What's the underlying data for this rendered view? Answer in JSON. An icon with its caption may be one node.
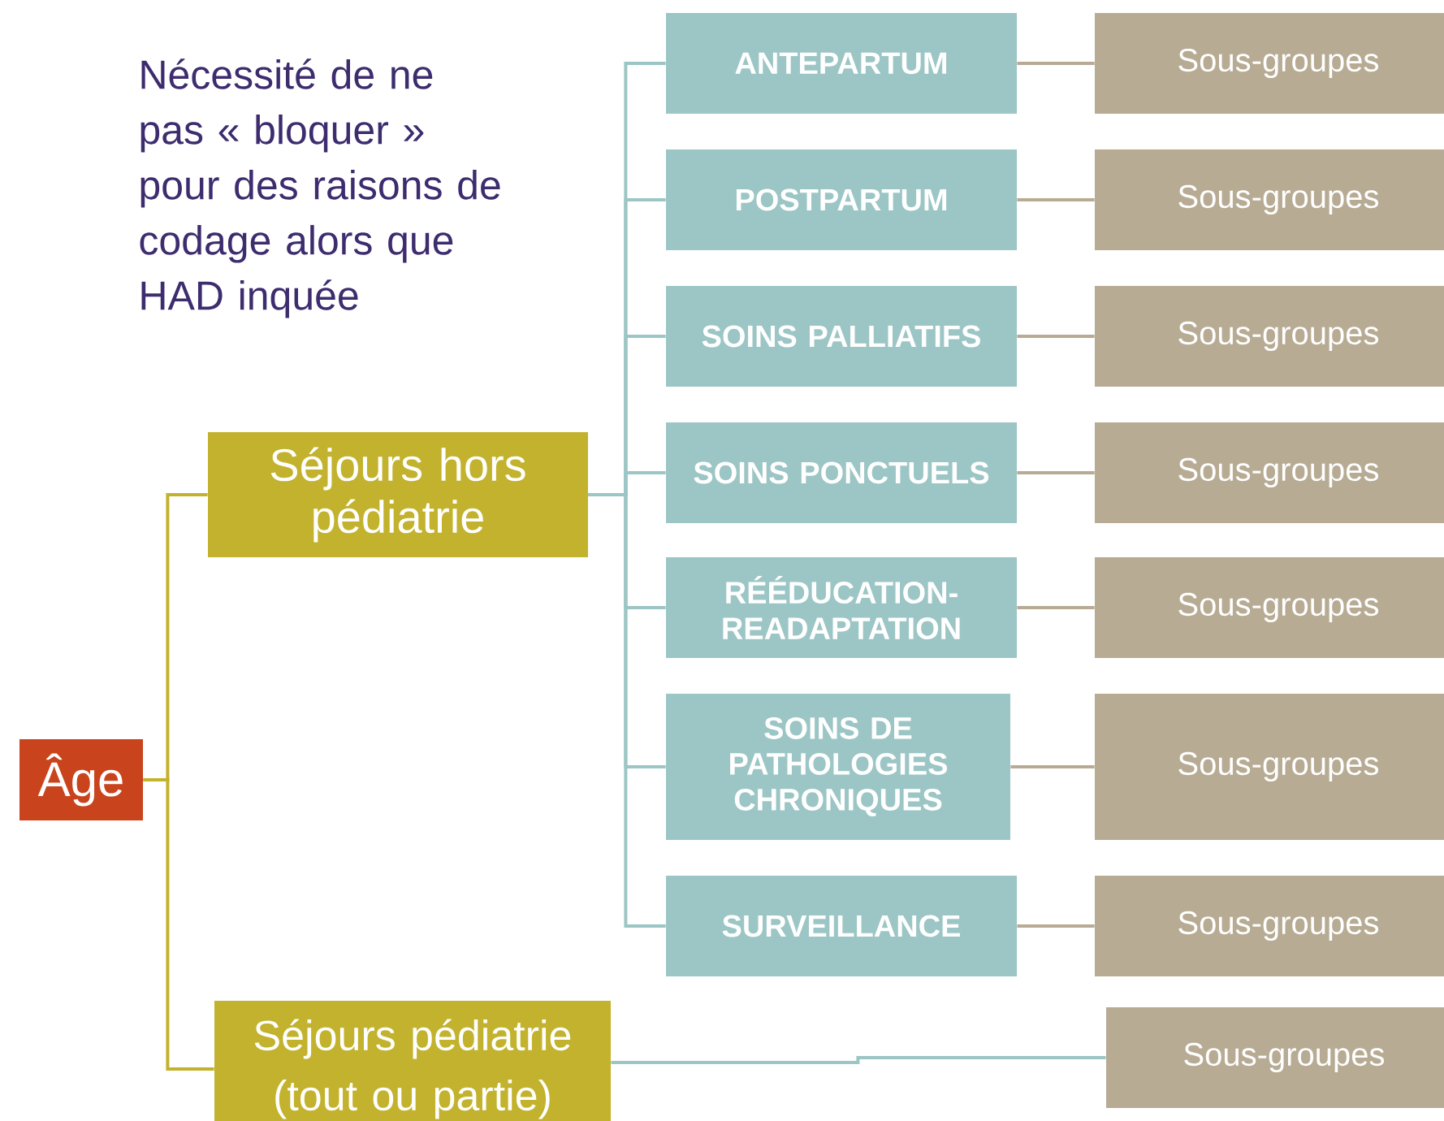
{
  "diagram": {
    "nodes": [
      {
        "text": [
          "Âge"
        ]
      },
      {
        "text": [
          "Séjours hors pédiatrie"
        ]
      },
      {
        "text": [
          "Séjours pédiatrie (tout ou partie)"
        ]
      },
      {
        "text": [
          "ANTEPARTUM"
        ]
      },
      {
        "text": [
          "POSTPARTUM"
        ]
      },
      {
        "text": [
          "SOINS PALLIATIFS"
        ]
      },
      {
        "text": [
          "SOINS PONCTUELS"
        ]
      },
      {
        "text": [
          "RÉÉDUCATION- READAPTATION"
        ]
      },
      {
        "text": [
          "SOINS DE PATHOLOGIES CHRONIQUES"
        ]
      },
      {
        "text": [
          "SURVEILLANCE"
        ]
      },
      {
        "text": [
          "Sous-groupes"
        ]
      },
      {
        "text": [
          "Sous-groupes"
        ]
      },
      {
        "text": [
          "Sous-groupes"
        ]
      },
      {
        "text": [
          "Sous-groupes"
        ]
      },
      {
        "text": [
          "Sous-groupes"
        ]
      },
      {
        "text": [
          "Sous-groupes"
        ]
      },
      {
        "text": [
          "Sous-groupes"
        ]
      },
      {
        "text": [
          "Sous-groupes"
        ]
      }
    ],
    "edges": [
      {
        "from": 0,
        "to": 1,
        "arrow": "none",
        "color": "#c3b22d"
      },
      {
        "from": 0,
        "to": 2,
        "arrow": "none",
        "color": "#c3b22d"
      },
      {
        "from": 1,
        "to": 3,
        "arrow": "none"
      },
      {
        "from": 1,
        "to": 4,
        "arrow": "none"
      },
      {
        "from": 1,
        "to": 5,
        "arrow": "none"
      },
      {
        "from": 1,
        "to": 6,
        "arrow": "none"
      },
      {
        "from": 1,
        "to": 7,
        "arrow": "none"
      },
      {
        "from": 1,
        "to": 8,
        "arrow": "none"
      },
      {
        "from": 1,
        "to": 9,
        "arrow": "none"
      },
      {
        "from": 3,
        "to": 10,
        "arrow": "none",
        "color": "#b7ab94"
      },
      {
        "from": 4,
        "to": 11,
        "arrow": "none",
        "color": "#b7ab94"
      },
      {
        "from": 5,
        "to": 12,
        "arrow": "none",
        "color": "#b7ab94"
      },
      {
        "from": 6,
        "to": 13,
        "arrow": "none",
        "color": "#b7ab94"
      },
      {
        "from": 7,
        "to": 14,
        "arrow": "none",
        "color": "#b7ab94"
      },
      {
        "from": 8,
        "to": 15,
        "arrow": "none",
        "color": "#b7ab94"
      },
      {
        "from": 9,
        "to": 16,
        "arrow": "none",
        "color": "#b7ab94"
      },
      {
        "from": 2,
        "to": 17,
        "arrow": "none"
      }
    ],
    "labels": [
      "Nécessité de ne pas « bloquer » pour des raisons de codage alors que HAD inquée"
    ]
  }
}
